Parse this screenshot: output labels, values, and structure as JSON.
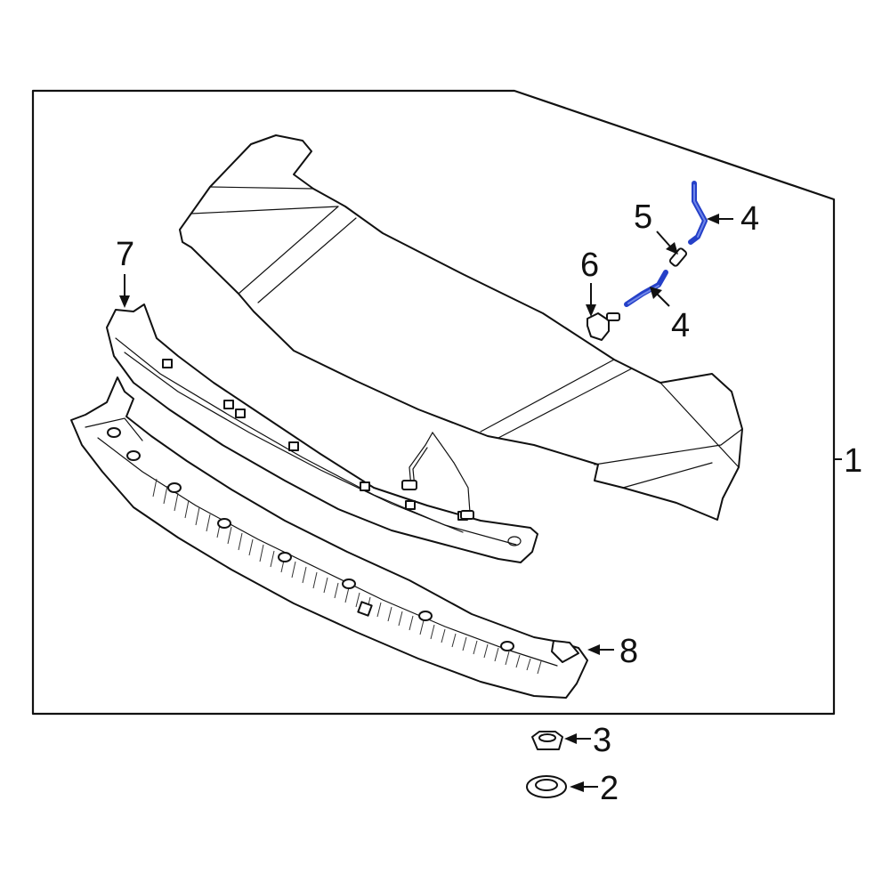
{
  "callouts": {
    "c1": "1",
    "c2": "2",
    "c3": "3",
    "c4a": "4",
    "c4b": "4",
    "c5": "5",
    "c6": "6",
    "c7": "7",
    "c8": "8"
  },
  "colors": {
    "line": "#111111",
    "highlight": "#2540c8",
    "background": "#ffffff"
  }
}
